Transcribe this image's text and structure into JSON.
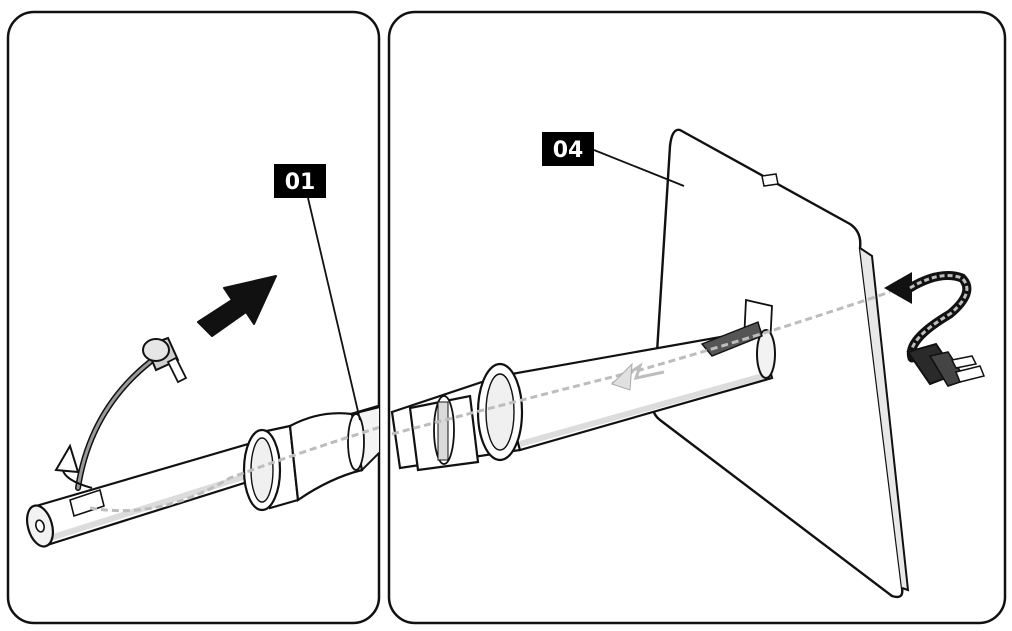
{
  "panels": [
    {
      "id": "left",
      "callout": "01"
    },
    {
      "id": "right",
      "callout": "04"
    }
  ],
  "colors": {
    "outline": "#111111",
    "tube_fill": "#ffffff",
    "tube_shade": "#e4e4e4",
    "cord_dash": "#bdbdbd",
    "label_bg": "#000000",
    "label_text": "#ffffff",
    "arrow": "#111111"
  },
  "icons": {
    "direction_arrow": "arrow-up-right-icon",
    "cable_arrow": "curved-arrow-icon",
    "plug": "power-plug-icon"
  }
}
